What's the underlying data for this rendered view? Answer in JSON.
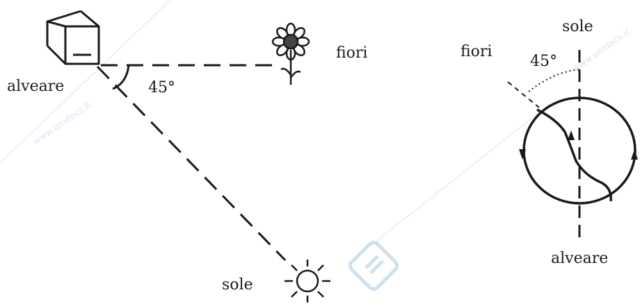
{
  "left_scene": {
    "hive_label": "alveare",
    "flowers_label": "fiori",
    "sun_label": "sole",
    "angle_label": "45°"
  },
  "right_scene": {
    "sun_label": "sole",
    "flowers_label": "fiori",
    "angle_label": "45°",
    "hive_label": "alveare"
  },
  "watermark_text": "www.unidocs.it",
  "colors": {
    "ink": "#1a1a1a",
    "watermark": "#cfe0ef",
    "logo": "#cfe0ef"
  }
}
